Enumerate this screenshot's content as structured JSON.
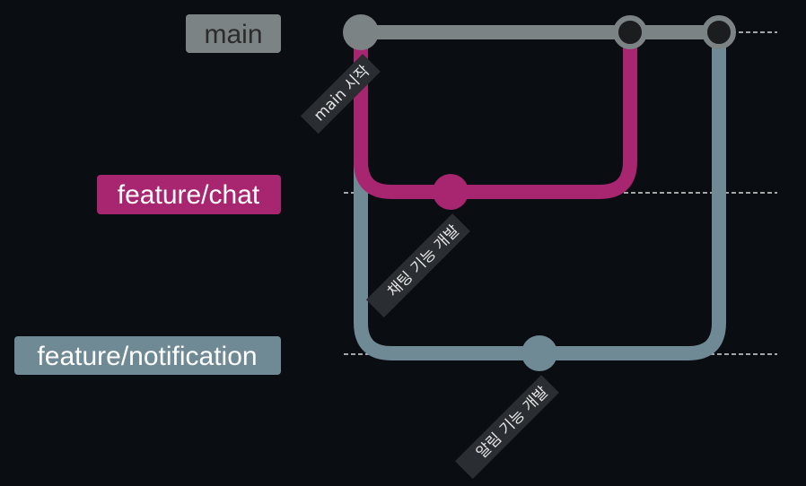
{
  "colors": {
    "background": "#0a0d11",
    "main": "#7c8384",
    "chat": "#a8256f",
    "notification": "#6f8a94",
    "merge_fill": "#1c1d1f",
    "guide": "#d8d8d8",
    "label_box": "#2a2d31",
    "label_text": "#e6e6e6",
    "main_label_text": "#2b2b2b",
    "chat_label_text": "#ffffff",
    "notification_label_text": "#ffffff"
  },
  "branches": [
    {
      "id": "main",
      "label": "main"
    },
    {
      "id": "chat",
      "label": "feature/chat"
    },
    {
      "id": "notification",
      "label": "feature/notification"
    }
  ],
  "commits": [
    {
      "id": "main-start",
      "branch": "main",
      "label": "main 시작"
    },
    {
      "id": "chat-dev",
      "branch": "chat",
      "label": "채팅 기능 개발"
    },
    {
      "id": "noti-dev",
      "branch": "notification",
      "label": "알림 기능 개발"
    },
    {
      "id": "merge-chat",
      "branch": "main",
      "type": "merge",
      "label": ""
    },
    {
      "id": "merge-noti",
      "branch": "main",
      "type": "merge",
      "label": ""
    }
  ]
}
